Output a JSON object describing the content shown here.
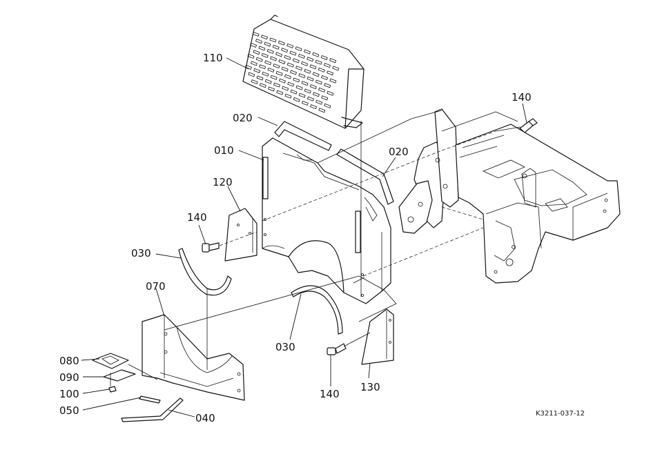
{
  "diagram": {
    "callouts": [
      {
        "id": "110",
        "label": "110"
      },
      {
        "id": "020a",
        "label": "020"
      },
      {
        "id": "010",
        "label": "010"
      },
      {
        "id": "020b",
        "label": "020"
      },
      {
        "id": "140a",
        "label": "140"
      },
      {
        "id": "120",
        "label": "120"
      },
      {
        "id": "140b",
        "label": "140"
      },
      {
        "id": "030a",
        "label": "030"
      },
      {
        "id": "070",
        "label": "070"
      },
      {
        "id": "030b",
        "label": "030"
      },
      {
        "id": "080",
        "label": "080"
      },
      {
        "id": "090",
        "label": "090"
      },
      {
        "id": "100",
        "label": "100"
      },
      {
        "id": "050",
        "label": "050"
      },
      {
        "id": "040",
        "label": "040"
      },
      {
        "id": "140c",
        "label": "140"
      },
      {
        "id": "130",
        "label": "130"
      }
    ],
    "drawing_code": "K3211-037-12"
  }
}
